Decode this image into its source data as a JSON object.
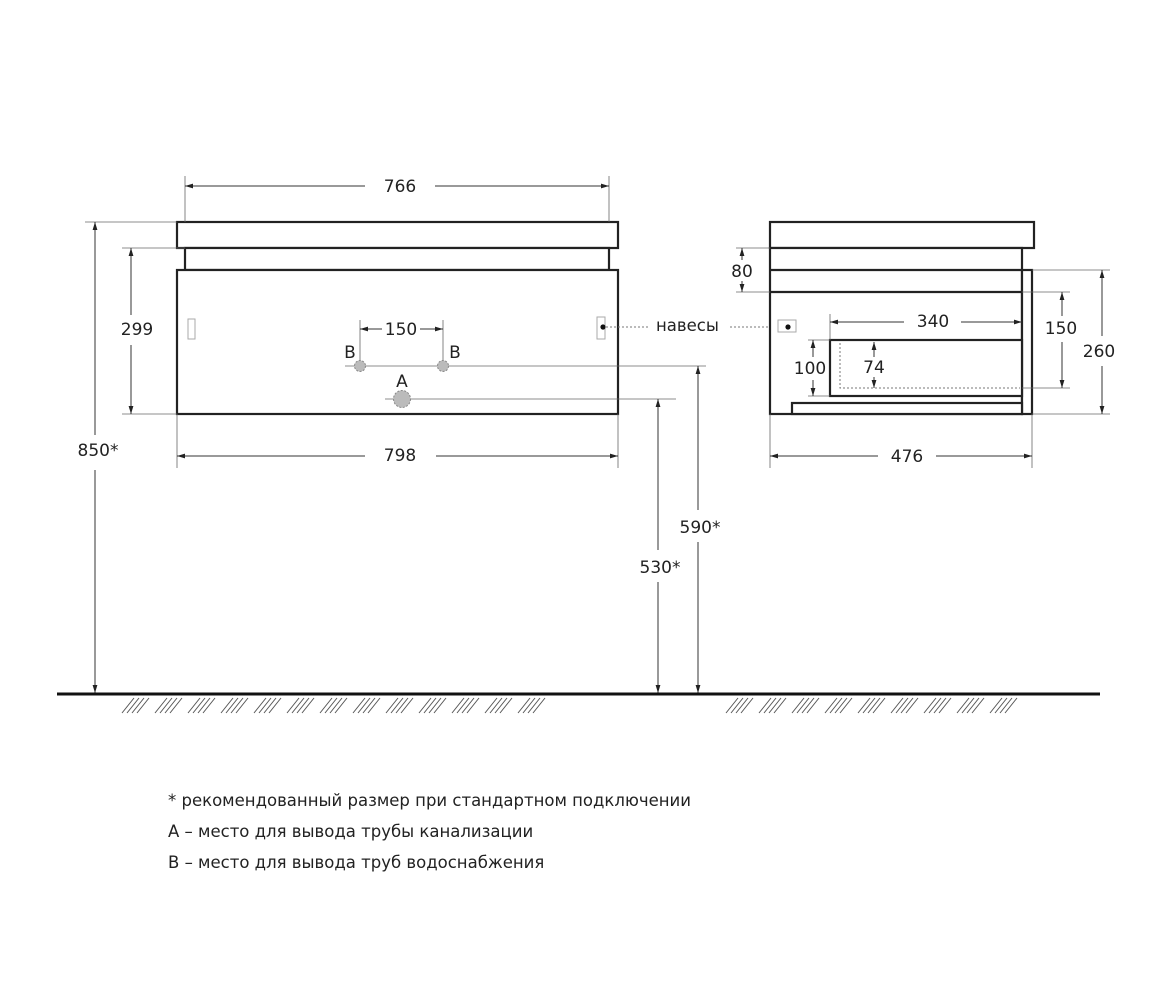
{
  "front_view": {
    "width_top": "766",
    "width_bottom": "798",
    "height_body": "299",
    "total_height": "850*",
    "pipe_spacing": "150",
    "label_b": "B",
    "label_a": "A",
    "height_b": "590*",
    "height_a": "530*"
  },
  "hinges_label": "навесы",
  "side_view": {
    "top_gap": "80",
    "drawer_depth": "340",
    "drawer_height_outer": "150",
    "body_height": "260",
    "drawer_front": "100",
    "drawer_inner": "74",
    "depth": "476"
  },
  "notes": [
    "* рекомендованный размер при стандартном подключении",
    "A – место для вывода трубы канализации",
    "B – место для вывода труб водоснабжения"
  ]
}
